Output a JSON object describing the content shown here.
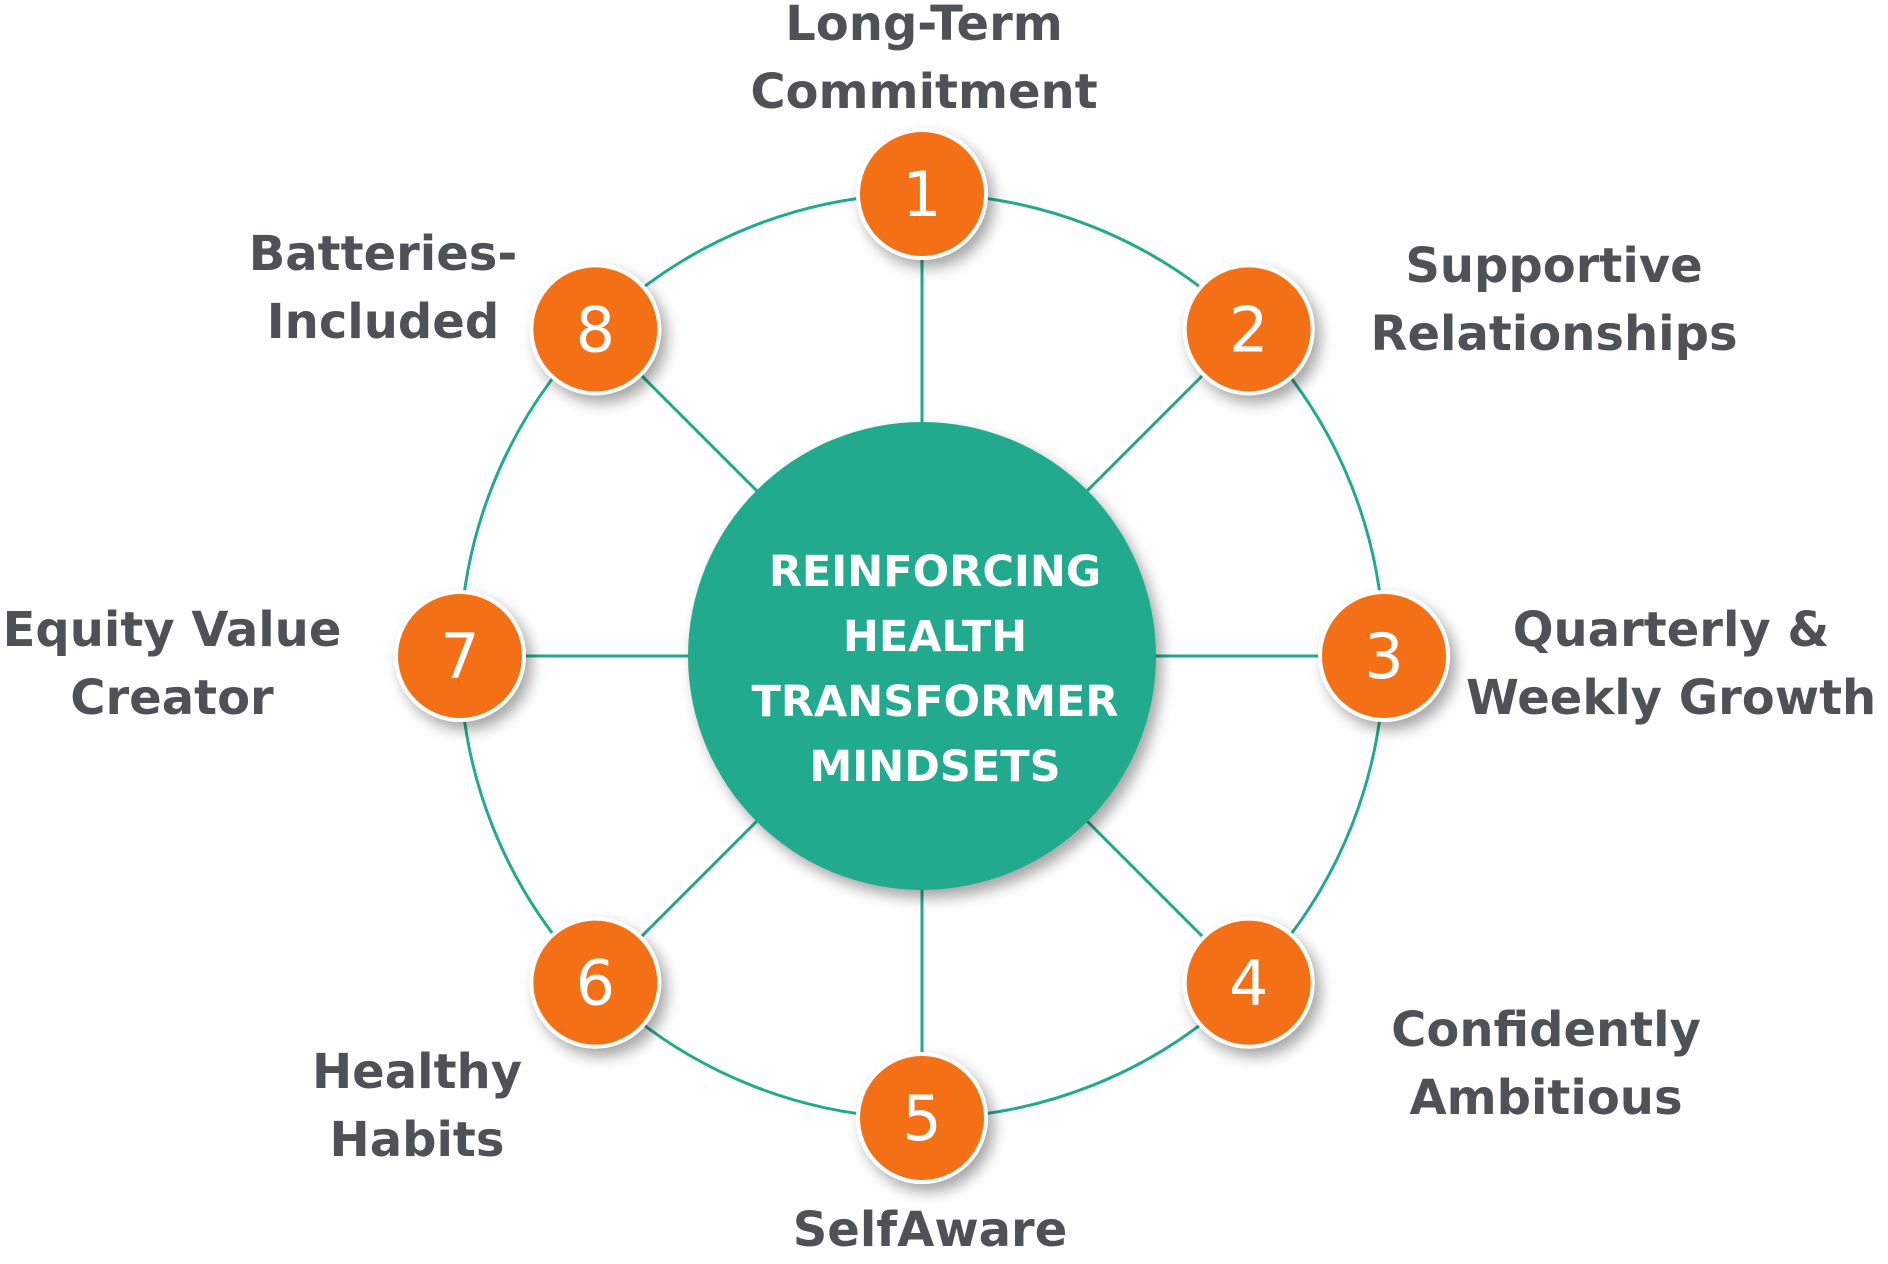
{
  "center": {
    "lines": [
      "REINFORCING",
      "HEALTH",
      "TRANSFORMER",
      "MINDSETS"
    ],
    "color": "#23aa8e"
  },
  "colors": {
    "node": "#f47019",
    "node_border": "#ffffff",
    "ring": "#23aa8e",
    "label": "#4e5156"
  },
  "nodes": [
    {
      "number": "1",
      "label_lines": [
        "Long-Term",
        "Commitment"
      ]
    },
    {
      "number": "2",
      "label_lines": [
        "Supportive",
        "Relationships"
      ]
    },
    {
      "number": "3",
      "label_lines": [
        "Quarterly &",
        "Weekly Growth"
      ]
    },
    {
      "number": "4",
      "label_lines": [
        "Confidently",
        "Ambitious"
      ]
    },
    {
      "number": "5",
      "label_lines": [
        "SelfAware"
      ]
    },
    {
      "number": "6",
      "label_lines": [
        "Healthy",
        "Habits"
      ]
    },
    {
      "number": "7",
      "label_lines": [
        "Equity Value",
        "Creator"
      ]
    },
    {
      "number": "8",
      "label_lines": [
        "Batteries-",
        "Included"
      ]
    }
  ]
}
